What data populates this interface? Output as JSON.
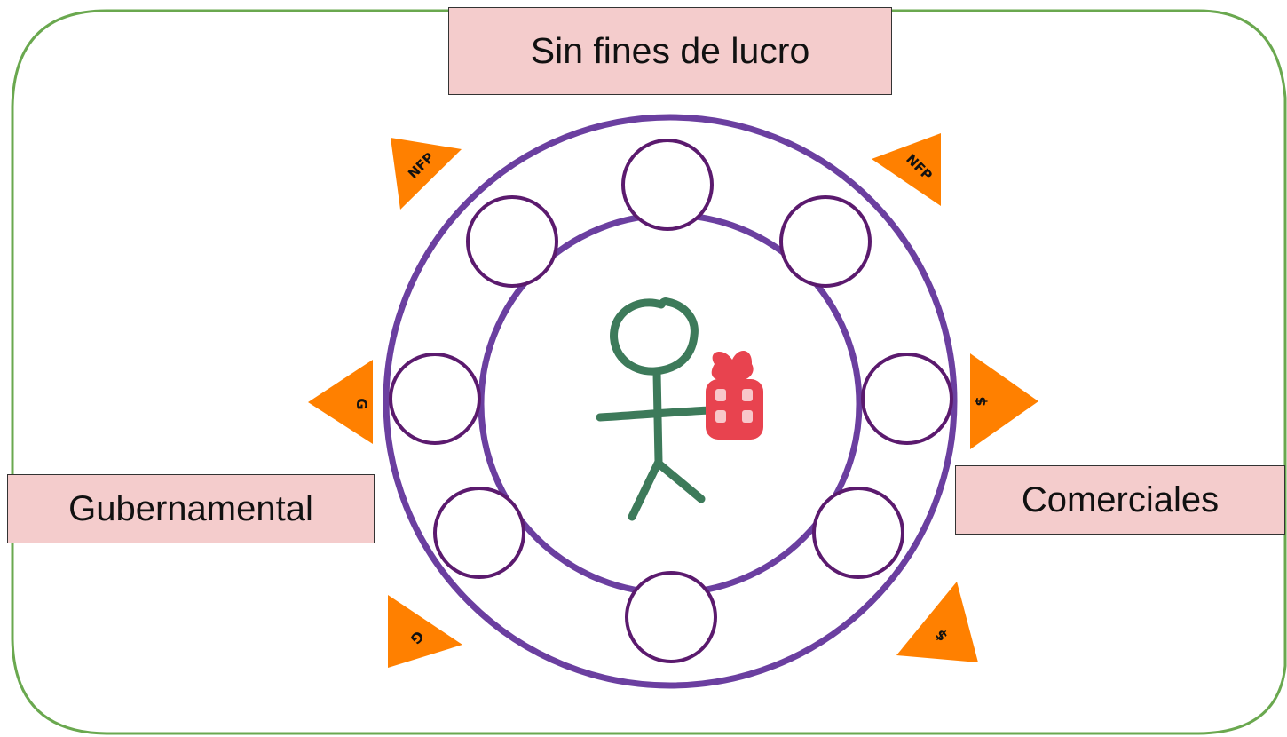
{
  "labels": {
    "top": "Sin fines de lucro",
    "left": "Gubernamental",
    "right": "Comerciales"
  },
  "markers": [
    {
      "id": "nfp-top-left",
      "text": "NFP"
    },
    {
      "id": "nfp-top-right",
      "text": "NFP"
    },
    {
      "id": "g-left",
      "text": "G"
    },
    {
      "id": "dollar-right",
      "text": "$"
    },
    {
      "id": "g-bottom-left",
      "text": "G"
    },
    {
      "id": "dollar-bottom-right",
      "text": "$"
    }
  ],
  "colors": {
    "frame": "#6aa84f",
    "ring": "#6b3fa0",
    "small_circle": "#5b1a6e",
    "marker": "#ff8000",
    "box_fill": "#f4cccc",
    "figure": "#3d7a5a",
    "gift": "#e8434f"
  }
}
